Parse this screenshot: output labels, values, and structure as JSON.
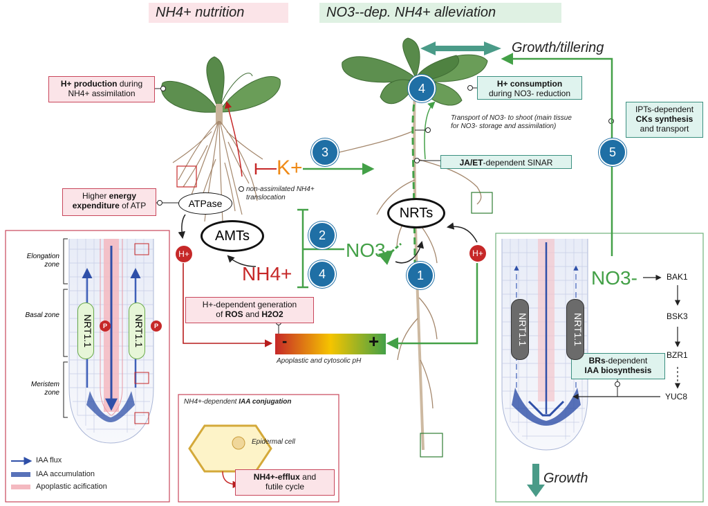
{
  "headers": {
    "left": "NH4+ nutrition",
    "middle": "NO3--dep. NH4+ alleviation"
  },
  "growth_tillering": "Growth/tillering",
  "growth_bottom": "Growth",
  "boxes": {
    "h_production_bold": "H+ production",
    "h_production_rest": "during NH4+ assimilation",
    "energy_pre": "Higher ",
    "energy_bold1": "energy",
    "energy_bold2": "expenditure",
    "energy_rest": "of ATP",
    "ros_line1": "H+-dependent generation",
    "ros_of": "of ",
    "ros_bold": "ROS",
    "ros_and": "and",
    "ros_bold2": "H2O2",
    "h_consumption_bold": "H+ consumption",
    "h_consumption_rest": "during NO3- reduction",
    "jaet_bold": "JA/ET",
    "jaet_rest": "-dependent SINAR",
    "ipts_line1": "IPTs-dependent",
    "ipts_bold": "CKs synthesis",
    "ipts_line3": "and transport",
    "brs_bold1": "BRs",
    "brs_rest": "-dependent",
    "brs_bold2": "IAA biosynthesis",
    "efflux_bold": "NH4+-efflux",
    "efflux_and": "and",
    "efflux_line2": "futile cycle"
  },
  "notes": {
    "non_assimilated": "non-assimilated NH4+ translocation",
    "transport": "Transport of NO3- to shoot (main tissue for NO3- storage and assimilation)",
    "ph": "Apoplastic and cytosolic pH",
    "iaa_conj_pre": "NH4+-dependent ",
    "iaa_conj_bold": "IAA conjugation",
    "epidermal": "Epidermal cell"
  },
  "labels": {
    "k": "K+",
    "atpase": "ATPase",
    "amts": "AMTs",
    "nrts": "NRTs",
    "nh4": "NH4+",
    "no3_mid": "NO3-",
    "no3_right": "NO3-",
    "h": "H+",
    "bak1": "BAK1",
    "bsk3": "BSK3",
    "bzr1": "BZR1",
    "yuc8": "YUC8",
    "nrt11": "NRT1.1",
    "p": "P",
    "minus": "-",
    "plus": "+"
  },
  "numbers": {
    "n1": "1",
    "n2": "2",
    "n3": "3",
    "n4a": "4",
    "n4b": "4",
    "n5": "5"
  },
  "zones": {
    "elongation": "Elongation zone",
    "basal": "Basal zone",
    "meristem": "Meristem zone"
  },
  "legend": {
    "flux": "IAA flux",
    "accumulation": "IAA accumulation",
    "acidification": "Apoplastic acification"
  },
  "colors": {
    "red": "#c62828",
    "green": "#43a047",
    "blue_number": "#1f6fa5",
    "pink_box": "#fbe4e8",
    "green_box": "#dff3ee",
    "orange_k": "#ef8a17"
  }
}
